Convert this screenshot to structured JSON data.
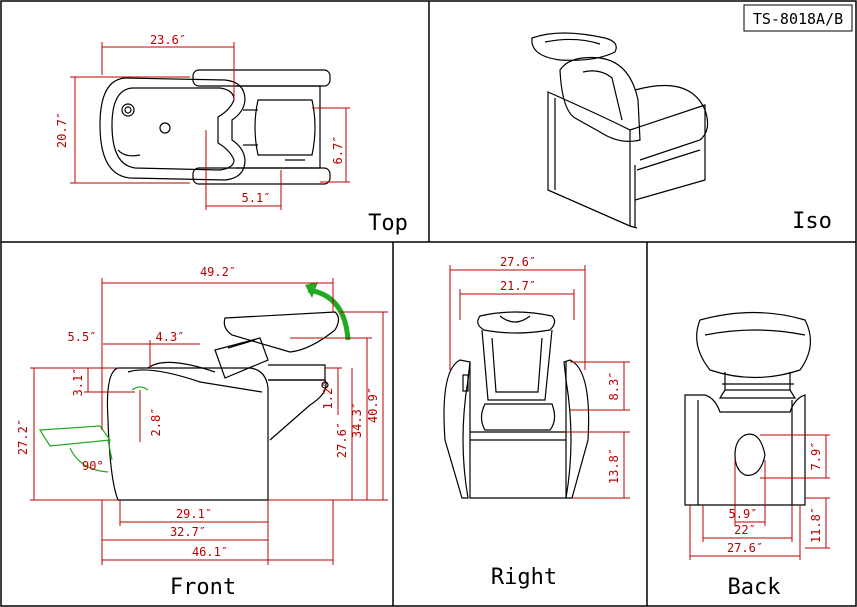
{
  "model_number": "TS-8018A/B",
  "views": {
    "top": {
      "label": "Top",
      "dims": {
        "length": "23.6″",
        "depth": "20.7″",
        "seat_width": "6.7″",
        "gap": "5.1″"
      }
    },
    "iso": {
      "label": "Iso"
    },
    "front": {
      "label": "Front",
      "rotation": "90°",
      "dims": {
        "overall_length": "49.2″",
        "a": "5.5″",
        "b": "4.3″",
        "c": "3.1″",
        "d": "2.8″",
        "e": "1.2″",
        "f": "27.6″",
        "g": "34.3″",
        "h": "40.9″",
        "i": "27.2″",
        "j": "29.1″",
        "k": "32.7″",
        "l": "46.1″"
      }
    },
    "right": {
      "label": "Right",
      "dims": {
        "outer": "27.6″",
        "inner": "21.7″",
        "arm": "8.3″",
        "seat": "13.8″"
      }
    },
    "back": {
      "label": "Back",
      "dims": {
        "a": "7.9″",
        "b": "5.9″",
        "c": "22″",
        "d": "27.6″",
        "e": "11.8″"
      }
    }
  }
}
